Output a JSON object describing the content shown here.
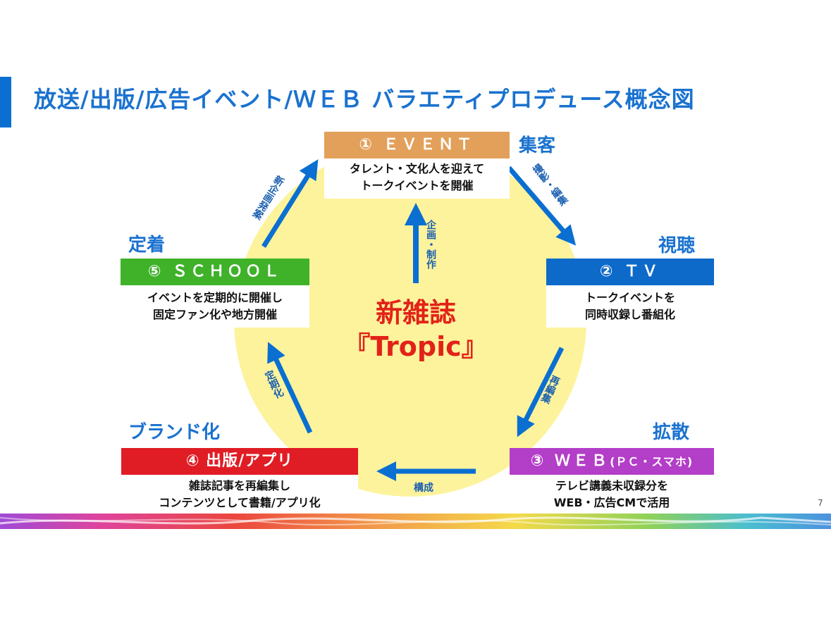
{
  "title": "放送/出版/広告イベント/ＷＥＢ バラエティプロデュース概念図",
  "page_number": "7",
  "center": {
    "line1": "新雑誌",
    "line2": "『Tropic』"
  },
  "colors": {
    "accent": "#0a6fd1",
    "event": "#e2a05a",
    "tv": "#0d6ac9",
    "web": "#b33ec8",
    "publish": "#e01d24",
    "school": "#3fb22a",
    "circle": "#fdf39c",
    "arrow": "#0a6fd1",
    "center_text": "#e22218"
  },
  "nodes": {
    "event": {
      "head": "① ＥＶＥＮＴ",
      "lines": [
        "タレント・文化人を迎えて",
        "トークイベントを開催"
      ],
      "tag": "集客"
    },
    "tv": {
      "head": "② ＴＶ",
      "lines": [
        "トークイベントを",
        "同時収録し番組化"
      ],
      "tag": "視聴"
    },
    "web": {
      "head": "③ ＷＥＢ",
      "subhead": "(ＰＣ・スマホ)",
      "lines": [
        "テレビ講義未収録分を",
        "WEB・広告CMで活用"
      ],
      "tag": "拡散"
    },
    "publish": {
      "head": "④ 出版/アプリ",
      "lines": [
        "雑誌記事を再編集し",
        "コンテンツとして書籍/アプリ化"
      ],
      "tag": "ブランド化"
    },
    "school": {
      "head": "⑤ ＳＣＨＯＯＬ",
      "lines": [
        "イベントを定期的に開催し",
        "固定ファン化や地方開催"
      ],
      "tag": "定着"
    }
  },
  "arrows": {
    "event_to_tv": "撮影・編集",
    "tv_to_web": "再編集",
    "web_to_publish": "構成",
    "publish_to_school": "定期化",
    "school_to_event": "新企画発案",
    "center_to_event": "企画・制作"
  }
}
